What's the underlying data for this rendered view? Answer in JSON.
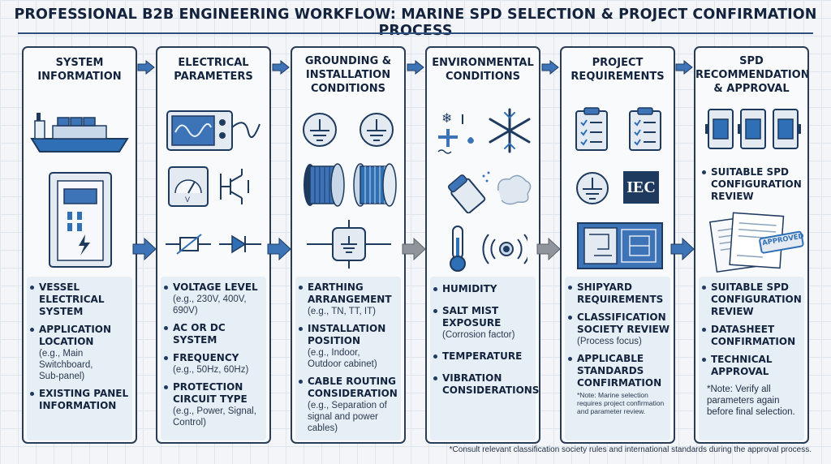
{
  "title": "PROFESSIONAL B2B ENGINEERING WORKFLOW: MARINE SPD SELECTION & PROJECT CONFIRMATION PROCESS",
  "colors": {
    "accent": "#2f6fb5",
    "frame": "#2a3d57",
    "arrow": "#3d74b8",
    "arrow_gray": "#8f959b",
    "approved": "#2f6fb5"
  },
  "panels": [
    {
      "heading": [
        "SYSTEM",
        "INFORMATION"
      ],
      "icons": [
        "ship-icon",
        "switchboard-panel-icon"
      ],
      "items": [
        {
          "label": "VESSEL",
          "label2": "ELECTRICAL SYSTEM"
        },
        {
          "label": "APPLICATION",
          "label2": "LOCATION",
          "sub": [
            "(e.g., Main Switchboard,",
            "Sub-panel)"
          ]
        },
        {
          "label": "EXISTING PANEL",
          "label2": "INFORMATION"
        }
      ]
    },
    {
      "heading": [
        "ELECTRICAL",
        "PARAMETERS"
      ],
      "icons": [
        "oscilloscope-icon",
        "voltmeter-icon",
        "circuit-switch-icon",
        "varistor-symbol-icon",
        "diode-symbol-icon"
      ],
      "items": [
        {
          "label": "VOLTAGE LEVEL",
          "sub": [
            "(e.g., 230V, 400V,",
            "690V)"
          ]
        },
        {
          "label": "AC OR DC SYSTEM"
        },
        {
          "label": "FREQUENCY",
          "sub": [
            "(e.g., 50Hz, 60Hz)"
          ]
        },
        {
          "label": "PROTECTION",
          "label2": "CIRCUIT TYPE",
          "sub": [
            "(e.g., Power, Signal,",
            "Control)"
          ]
        }
      ]
    },
    {
      "heading": [
        "GROUNDING &",
        "INSTALLATION",
        "CONDITIONS"
      ],
      "icons": [
        "ground-symbol-icon",
        "protective-earth-icon",
        "cable-reel-icon",
        "blue-cable-reel-icon",
        "junction-box-icon"
      ],
      "items": [
        {
          "label": "EARTHING",
          "label2": "ARRANGEMENT",
          "sub": [
            "(e.g., TN, TT, IT)"
          ]
        },
        {
          "label": "INSTALLATION",
          "label2": "POSITION",
          "sub": [
            "(e.g., Indoor,",
            "Outdoor cabinet)"
          ]
        },
        {
          "label": "CABLE ROUTING",
          "label2": "CONSIDERATION",
          "sub": [
            "(e.g., Separation of",
            "signal and power",
            "cables)"
          ]
        }
      ]
    },
    {
      "heading": [
        "ENVIRONMENTAL",
        "CONDITIONS"
      ],
      "icons": [
        "humidity-icon",
        "snowflake-icon",
        "salt-shaker-icon",
        "thermometer-icon",
        "vibration-icon"
      ],
      "items": [
        {
          "label": "HUMIDITY"
        },
        {
          "label": "SALT MIST",
          "label2": "EXPOSURE",
          "sub": [
            "(Corrosion factor)"
          ]
        },
        {
          "label": "TEMPERATURE"
        },
        {
          "label": "VIBRATION",
          "label2": "CONSIDERATIONS"
        }
      ]
    },
    {
      "heading": [
        "PROJECT",
        "REQUIREMENTS"
      ],
      "icons": [
        "checklist-icon",
        "checklist-icon",
        "ground-symbol-icon",
        "iec-logo-icon",
        "blueprint-icon"
      ],
      "iec_text": "IEC",
      "items": [
        {
          "label": "SHIPYARD",
          "label2": "REQUIREMENTS"
        },
        {
          "label": "CLASSIFICATION",
          "label2": "SOCIETY REVIEW",
          "sub": [
            "(Process focus)"
          ]
        },
        {
          "label": "APPLICABLE",
          "label2": "STANDARDS",
          "label3": "CONFIRMATION",
          "note": [
            "*Note: Marine selection",
            "requires project confirmation",
            "and parameter review."
          ]
        }
      ]
    },
    {
      "heading": [
        "SPD",
        "RECOMMENDATION",
        "& APPROVAL"
      ],
      "icons": [
        "spd-module-icon",
        "spd-module-icon",
        "spd-module-icon",
        "approved-documents-icon"
      ],
      "stamp": "APPROVED",
      "top_item": {
        "label": "SUITABLE SPD",
        "label2": "CONFIGURATION",
        "label3": "REVIEW"
      },
      "items": [
        {
          "label": "SUITABLE SPD",
          "label2": "CONFIGURATION",
          "label3": "REVIEW"
        },
        {
          "label": "DATASHEET",
          "label2": "CONFIRMATION"
        },
        {
          "label": "TECHNICAL",
          "label2": "APPROVAL"
        }
      ],
      "note": [
        "*Note: Verify all",
        "parameters again",
        "before final selection."
      ]
    }
  ],
  "footnote": "*Consult relevant classification society rules and international standards during the approval process."
}
